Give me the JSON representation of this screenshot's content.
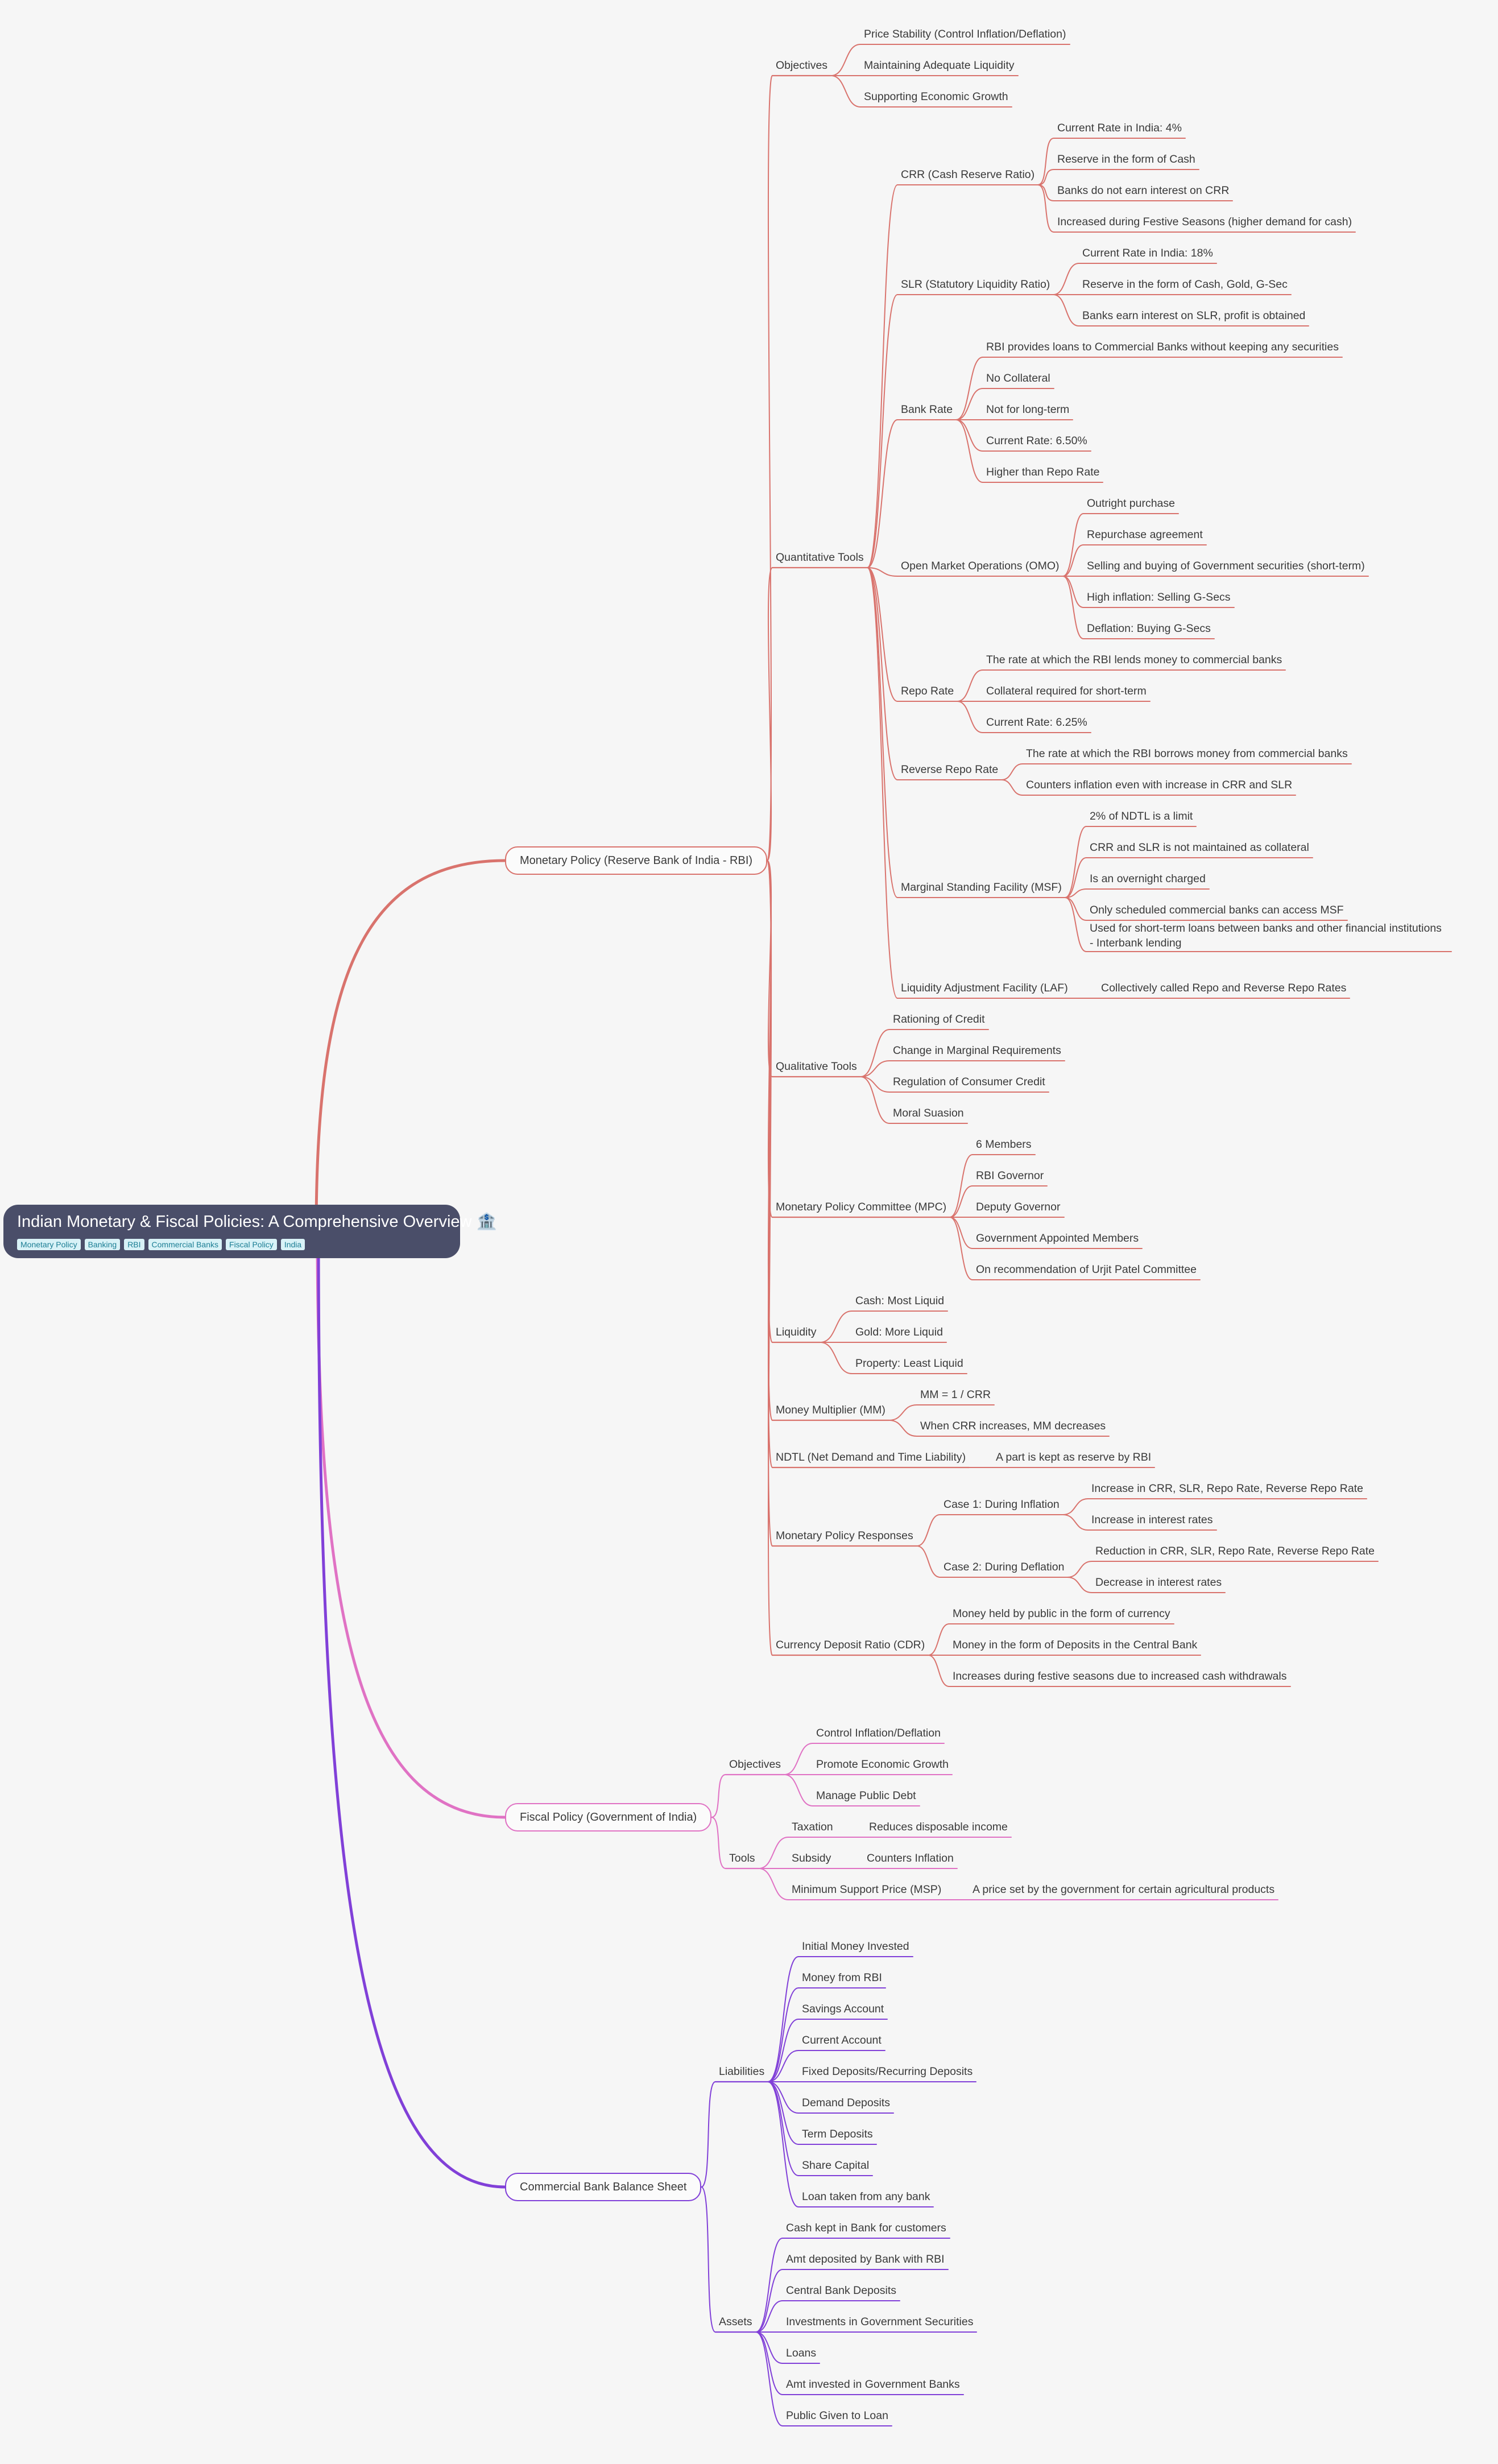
{
  "root": {
    "title": "Indian Monetary & Fiscal Policies: A Comprehensive Overview 🏦",
    "tags": [
      "Monetary Policy",
      "Banking",
      "RBI",
      "Commercial Banks",
      "Fiscal Policy",
      "India"
    ]
  },
  "colors": {
    "monetary": "#d9736d",
    "fiscal": "#e072c4",
    "balance": "#8140d8",
    "root_bg": "#4a4e69"
  },
  "branches": [
    {
      "label": "Monetary Policy (Reserve Bank of India - RBI)",
      "children": [
        {
          "label": "Objectives",
          "children": [
            {
              "label": "Price Stability (Control Inflation/Deflation)"
            },
            {
              "label": "Maintaining Adequate Liquidity"
            },
            {
              "label": "Supporting Economic Growth"
            }
          ]
        },
        {
          "label": "Quantitative Tools",
          "children": [
            {
              "label": "CRR (Cash Reserve Ratio)",
              "children": [
                {
                  "label": "Current Rate in India: 4%"
                },
                {
                  "label": "Reserve in the form of Cash"
                },
                {
                  "label": "Banks do not earn interest on CRR"
                },
                {
                  "label": "Increased during Festive Seasons (higher demand for cash)"
                }
              ]
            },
            {
              "label": "SLR (Statutory Liquidity Ratio)",
              "children": [
                {
                  "label": "Current Rate in India: 18%"
                },
                {
                  "label": "Reserve in the form of Cash, Gold, G-Sec"
                },
                {
                  "label": "Banks earn interest on SLR, profit is obtained"
                }
              ]
            },
            {
              "label": "Bank Rate",
              "children": [
                {
                  "label": "RBI provides loans to Commercial Banks without keeping any securities"
                },
                {
                  "label": "No Collateral"
                },
                {
                  "label": "Not for long-term"
                },
                {
                  "label": "Current Rate: 6.50%"
                },
                {
                  "label": "Higher than Repo Rate"
                }
              ]
            },
            {
              "label": "Open Market Operations (OMO)",
              "children": [
                {
                  "label": "Outright purchase"
                },
                {
                  "label": "Repurchase agreement"
                },
                {
                  "label": "Selling and buying of Government securities (short-term)"
                },
                {
                  "label": "High inflation: Selling G-Secs"
                },
                {
                  "label": "Deflation: Buying G-Secs"
                }
              ]
            },
            {
              "label": "Repo Rate",
              "children": [
                {
                  "label": "The rate at which the RBI lends money to commercial banks"
                },
                {
                  "label": "Collateral required for short-term"
                },
                {
                  "label": "Current Rate: 6.25%"
                }
              ]
            },
            {
              "label": "Reverse Repo Rate",
              "children": [
                {
                  "label": "The rate at which the RBI borrows money from commercial banks"
                },
                {
                  "label": "Counters inflation even with increase in CRR and SLR"
                }
              ]
            },
            {
              "label": "Marginal Standing Facility (MSF)",
              "children": [
                {
                  "label": "2% of NDTL is a limit"
                },
                {
                  "label": "CRR and SLR is not maintained as collateral"
                },
                {
                  "label": "Is an overnight charged"
                },
                {
                  "label": "Only scheduled commercial banks can access MSF"
                },
                {
                  "label": "Used for short-term loans between banks and other financial institutions - Interbank lending"
                }
              ]
            },
            {
              "label": "Liquidity Adjustment Facility (LAF)",
              "children": [
                {
                  "label": "Collectively called Repo and Reverse Repo Rates"
                }
              ]
            }
          ]
        },
        {
          "label": "Qualitative Tools",
          "children": [
            {
              "label": "Rationing of Credit"
            },
            {
              "label": "Change in Marginal Requirements"
            },
            {
              "label": "Regulation of Consumer Credit"
            },
            {
              "label": "Moral Suasion"
            }
          ]
        },
        {
          "label": "Monetary Policy Committee (MPC)",
          "children": [
            {
              "label": "6 Members"
            },
            {
              "label": "RBI Governor"
            },
            {
              "label": "Deputy Governor"
            },
            {
              "label": "Government Appointed Members"
            },
            {
              "label": "On recommendation of Urjit Patel Committee"
            }
          ]
        },
        {
          "label": "Liquidity",
          "children": [
            {
              "label": "Cash: Most Liquid"
            },
            {
              "label": "Gold: More Liquid"
            },
            {
              "label": "Property: Least Liquid"
            }
          ]
        },
        {
          "label": "Money Multiplier (MM)",
          "children": [
            {
              "label": "MM = 1 / CRR"
            },
            {
              "label": "When CRR increases, MM decreases"
            }
          ]
        },
        {
          "label": "NDTL (Net Demand and Time Liability)",
          "children": [
            {
              "label": "A part is kept as reserve by RBI"
            }
          ]
        },
        {
          "label": "Monetary Policy Responses",
          "children": [
            {
              "label": "Case 1: During Inflation",
              "children": [
                {
                  "label": "Increase in CRR, SLR, Repo Rate, Reverse Repo Rate"
                },
                {
                  "label": "Increase in interest rates"
                }
              ]
            },
            {
              "label": "Case 2: During Deflation",
              "children": [
                {
                  "label": "Reduction in CRR, SLR, Repo Rate, Reverse Repo Rate"
                },
                {
                  "label": "Decrease in interest rates"
                }
              ]
            }
          ]
        },
        {
          "label": "Currency Deposit Ratio (CDR)",
          "children": [
            {
              "label": "Money held by public in the form of currency"
            },
            {
              "label": "Money in the form of Deposits in the Central Bank"
            },
            {
              "label": "Increases during festive seasons due to increased cash withdrawals"
            }
          ]
        }
      ]
    },
    {
      "label": "Fiscal Policy (Government of India)",
      "children": [
        {
          "label": "Objectives",
          "children": [
            {
              "label": "Control Inflation/Deflation"
            },
            {
              "label": "Promote Economic Growth"
            },
            {
              "label": "Manage Public Debt"
            }
          ]
        },
        {
          "label": "Tools",
          "children": [
            {
              "label": "Taxation",
              "children": [
                {
                  "label": "Reduces disposable income"
                }
              ]
            },
            {
              "label": "Subsidy",
              "children": [
                {
                  "label": "Counters Inflation"
                }
              ]
            },
            {
              "label": "Minimum Support Price (MSP)",
              "children": [
                {
                  "label": "A price set by the government for certain agricultural products"
                }
              ]
            }
          ]
        }
      ]
    },
    {
      "label": "Commercial Bank Balance Sheet",
      "children": [
        {
          "label": "Liabilities",
          "children": [
            {
              "label": "Initial Money Invested"
            },
            {
              "label": "Money from RBI"
            },
            {
              "label": "Savings Account"
            },
            {
              "label": "Current Account"
            },
            {
              "label": "Fixed Deposits/Recurring Deposits"
            },
            {
              "label": "Demand Deposits"
            },
            {
              "label": "Term Deposits"
            },
            {
              "label": "Share Capital"
            },
            {
              "label": "Loan taken from any bank"
            }
          ]
        },
        {
          "label": "Assets",
          "children": [
            {
              "label": "Cash kept in Bank for customers"
            },
            {
              "label": "Amt deposited by Bank with RBI"
            },
            {
              "label": "Central Bank Deposits"
            },
            {
              "label": "Investments in Government Securities"
            },
            {
              "label": "Loans"
            },
            {
              "label": "Amt invested in Government Banks"
            },
            {
              "label": "Public Given to Loan"
            }
          ]
        }
      ]
    }
  ]
}
